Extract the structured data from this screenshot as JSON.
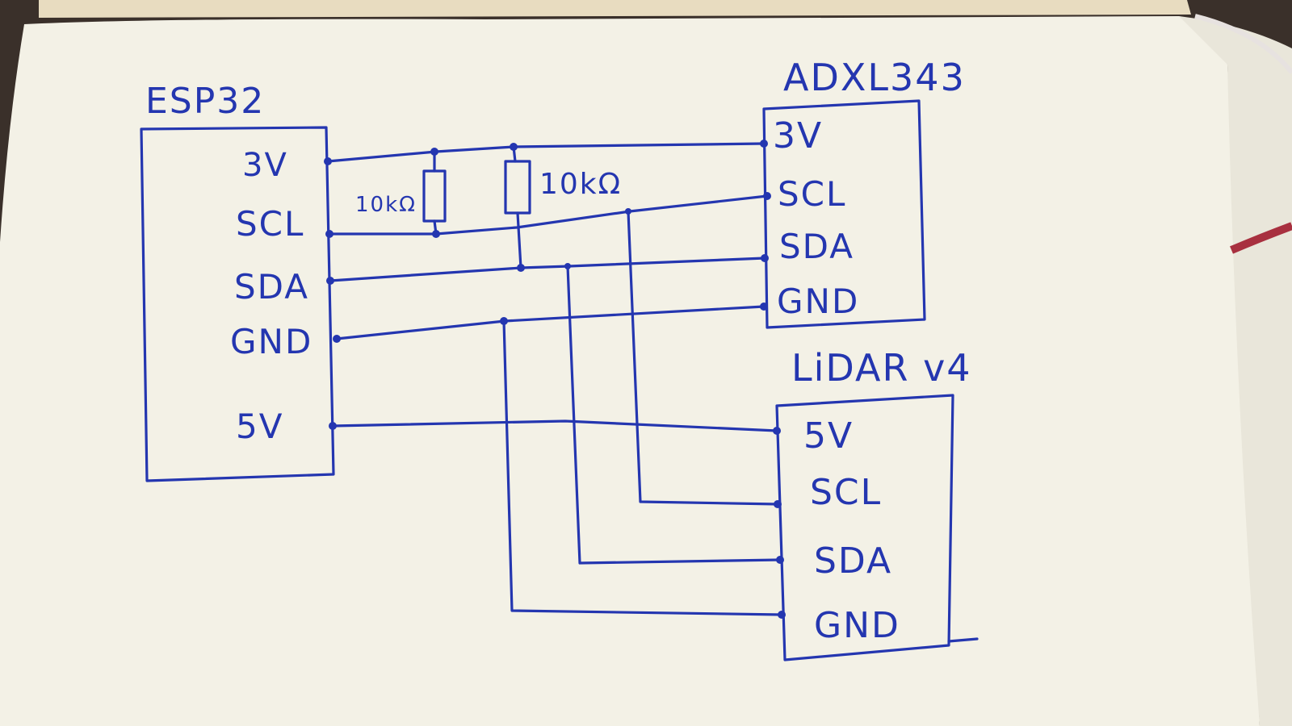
{
  "esp32": {
    "title": "ESP32",
    "pins": [
      "3V",
      "SCL",
      "SDA",
      "GND",
      "5V"
    ]
  },
  "adxl": {
    "title": "ADXL343",
    "pins": [
      "3V",
      "SCL",
      "SDA",
      "GND"
    ]
  },
  "lidar": {
    "title": "LiDAR v4",
    "pins": [
      "5V",
      "SCL",
      "SDA",
      "GND"
    ]
  },
  "resistors": [
    {
      "label": "10kΩ"
    },
    {
      "label": "10kΩ"
    }
  ],
  "colors": {
    "ink": "#2436b0",
    "paper": "#f3f1e6",
    "desk": "#3a302a"
  }
}
